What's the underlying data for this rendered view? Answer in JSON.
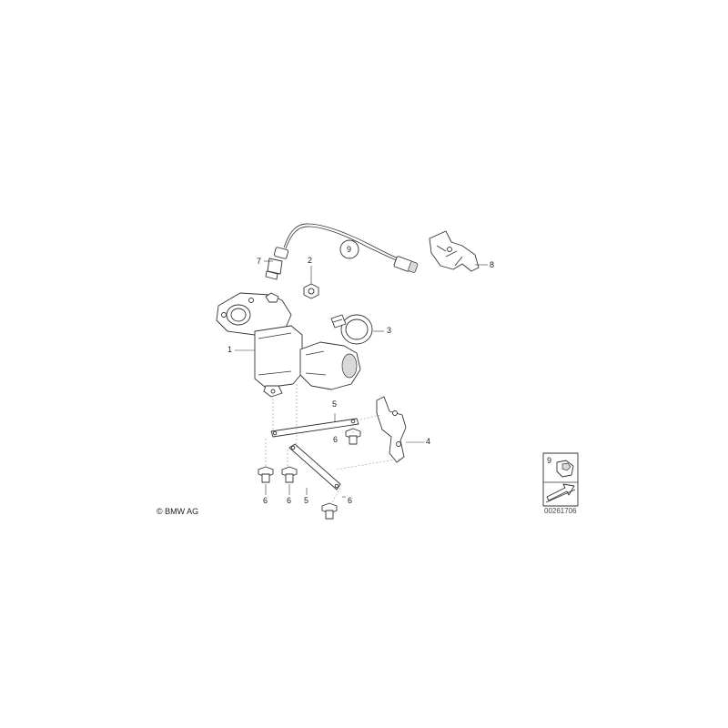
{
  "callouts": {
    "c1": "1",
    "c2": "2",
    "c3": "3",
    "c4": "4",
    "c5a": "5",
    "c5b": "5",
    "c6a": "6",
    "c6b": "6",
    "c6c": "6",
    "c6d": "6",
    "c7": "7",
    "c8": "8",
    "c9_circled": "9",
    "c9_legend": "9"
  },
  "copyright": "© BMW AG",
  "drawing_number": "00261706"
}
